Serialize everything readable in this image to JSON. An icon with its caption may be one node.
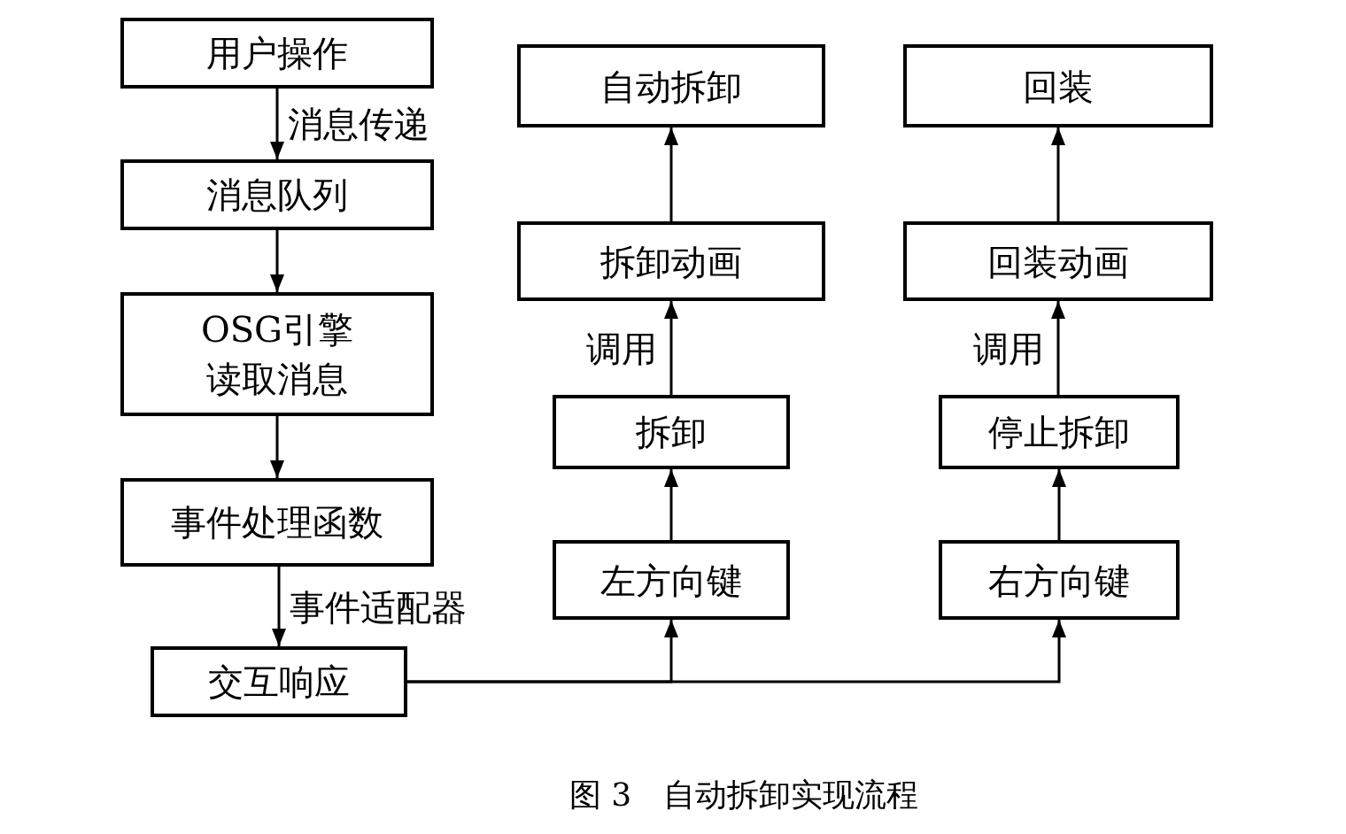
{
  "diagram": {
    "caption": "图 3　自动拆卸实现流程",
    "nodes": [
      {
        "text": [
          "用户操作"
        ]
      },
      {
        "text": [
          "消息队列"
        ]
      },
      {
        "text": [
          "OSG引擎读取消息"
        ]
      },
      {
        "text": [
          "事件处理函数"
        ]
      },
      {
        "text": [
          "交互响应"
        ]
      },
      {
        "text": [
          "自动拆卸"
        ]
      },
      {
        "text": [
          "拆卸动画"
        ]
      },
      {
        "text": [
          "拆卸"
        ]
      },
      {
        "text": [
          "左方向键"
        ]
      },
      {
        "text": [
          "回装"
        ]
      },
      {
        "text": [
          "回装动画"
        ]
      },
      {
        "text": [
          "停止拆卸"
        ]
      },
      {
        "text": [
          "右方向键"
        ]
      }
    ],
    "edges": [
      {
        "from": 0,
        "to": 1,
        "arrow": "to",
        "label": "消息传递"
      },
      {
        "from": 1,
        "to": 2,
        "arrow": "to"
      },
      {
        "from": 2,
        "to": 3,
        "arrow": "to"
      },
      {
        "from": 3,
        "to": 4,
        "arrow": "to",
        "label": "事件适配器"
      },
      {
        "from": 4,
        "to": 8,
        "arrow": "to"
      },
      {
        "from": 4,
        "to": 12,
        "arrow": "to"
      },
      {
        "from": 8,
        "to": 7,
        "arrow": "to"
      },
      {
        "from": 7,
        "to": 6,
        "arrow": "to",
        "label": "调用"
      },
      {
        "from": 6,
        "to": 5,
        "arrow": "to"
      },
      {
        "from": 12,
        "to": 11,
        "arrow": "to"
      },
      {
        "from": 11,
        "to": 10,
        "arrow": "to",
        "label": "调用"
      },
      {
        "from": 10,
        "to": 9,
        "arrow": "to"
      }
    ]
  }
}
